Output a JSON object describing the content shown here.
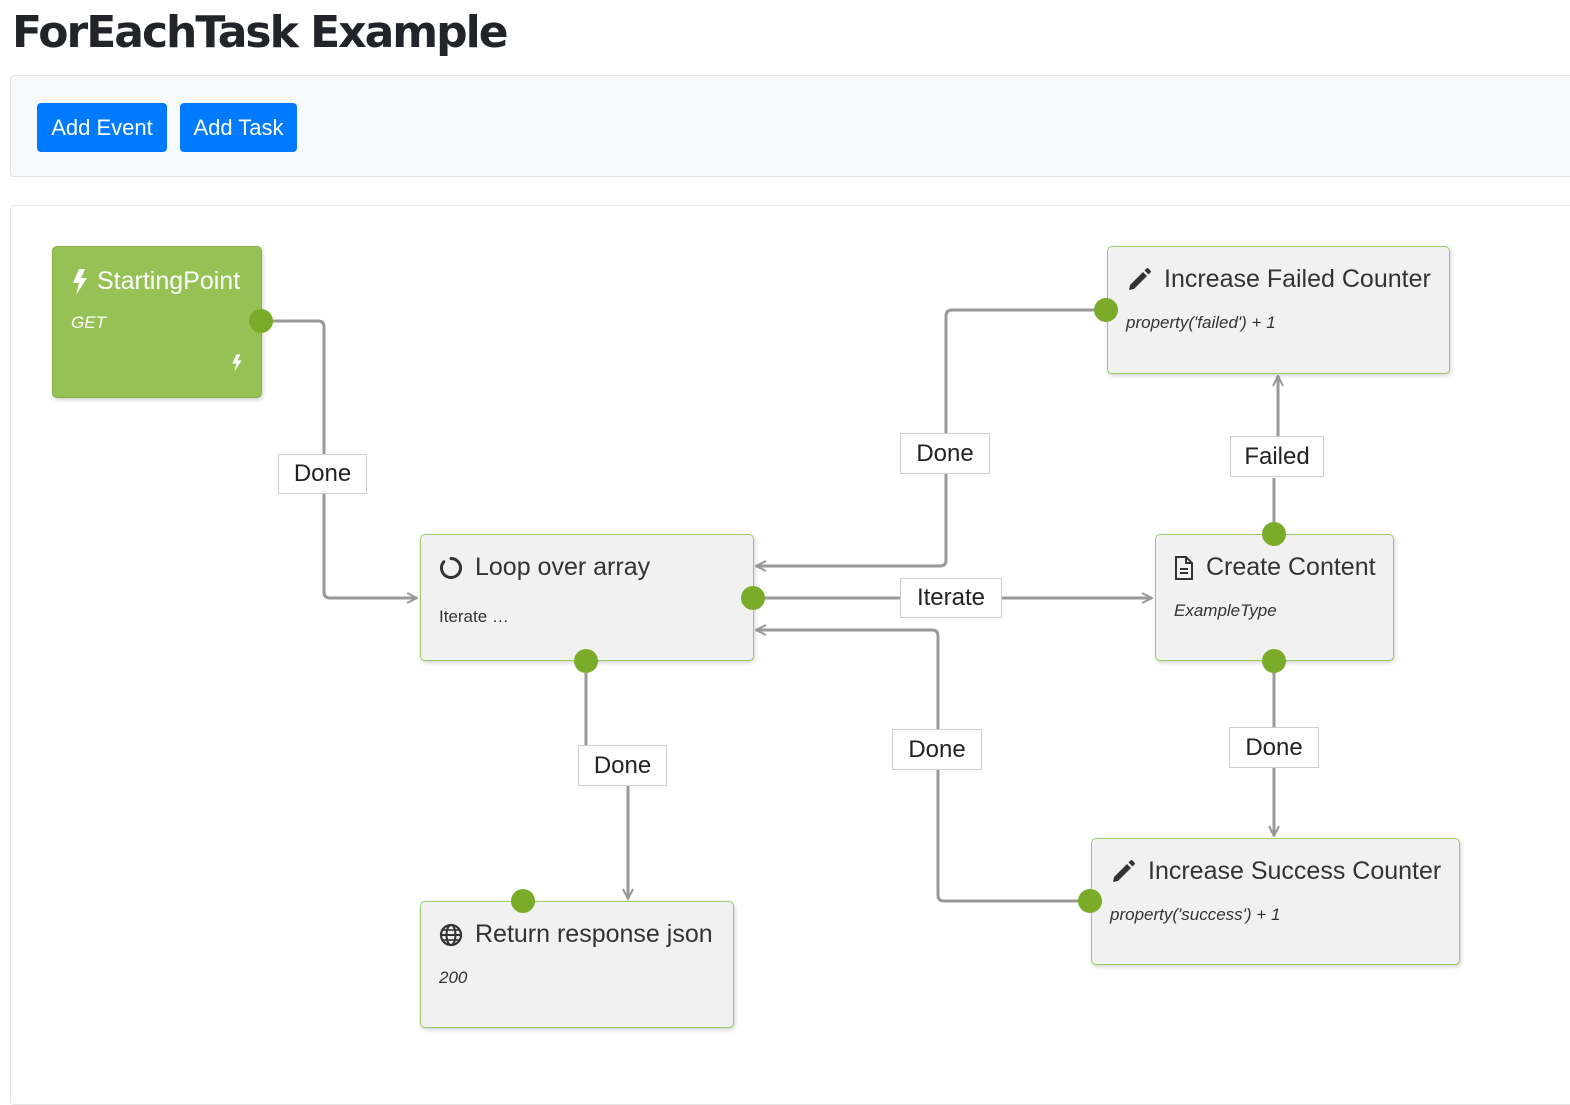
{
  "page": {
    "title": "ForEachTask Example"
  },
  "toolbar": {
    "add_event_label": "Add Event",
    "add_task_label": "Add Task"
  },
  "colors": {
    "primary_button": "#007bff",
    "event_node": "#96c255",
    "port": "#7aac2a",
    "edge": "#999999",
    "task_node": "#f1f1f1"
  },
  "nodes": {
    "starting_point": {
      "title": "StartingPoint",
      "subtitle": "GET",
      "icon": "lightning-bolt-icon",
      "footer_icon": "lightning-bolt-icon"
    },
    "loop": {
      "title": "Loop over array",
      "subtitle": "Iterate …",
      "icon": "circle-loop-icon"
    },
    "return_response": {
      "title": "Return response json",
      "subtitle": "200",
      "icon": "globe-icon"
    },
    "create_content": {
      "title": "Create Content",
      "subtitle": "ExampleType",
      "icon": "document-icon"
    },
    "increase_failed": {
      "title": "Increase Failed Counter",
      "subtitle": "property('failed') + 1",
      "icon": "pencil-icon"
    },
    "increase_success": {
      "title": "Increase Success Counter",
      "subtitle": "property('success') + 1",
      "icon": "pencil-icon"
    }
  },
  "edges": {
    "start_to_loop": "Done",
    "loop_to_return": "Done",
    "loop_iterate": "Iterate",
    "failed_to_loop": "Done",
    "create_to_failed": "Failed",
    "create_to_success": "Done",
    "success_to_loop": "Done"
  }
}
